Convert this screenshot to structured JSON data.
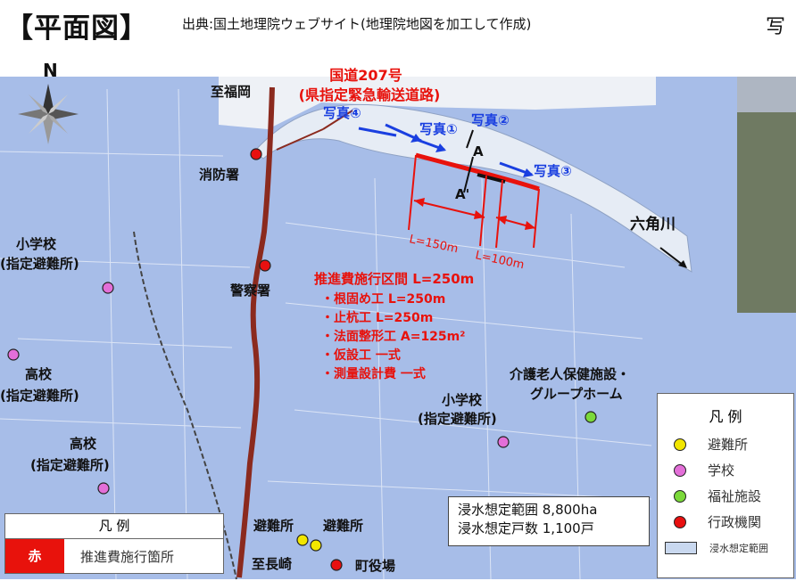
{
  "header": {
    "title": "【平面図】",
    "source": "出典:国土地理院ウェブサイト(地理院地図を加工して作成)",
    "right_cut": "写"
  },
  "compass": {
    "north": "N"
  },
  "route": {
    "name": "国道207号",
    "note": "(県指定緊急輸送道路)",
    "to_north": "至福岡",
    "to_south": "至長崎",
    "color": "#8b2a1e"
  },
  "photos": [
    "写真④",
    "写真①",
    "写真②",
    "写真③"
  ],
  "section": {
    "a": "A",
    "a_prime": "A'",
    "l150": "L=150m",
    "l100": "L=100m"
  },
  "river": {
    "name": "六角川"
  },
  "places": {
    "fire_station": "消防署",
    "police": "警察署",
    "elem_school_left": "小学校",
    "elem_school_left_sub": "(指定避難所)",
    "high_school_1": "高校",
    "high_school_1_sub": "(指定避難所)",
    "high_school_2": "高校",
    "high_school_2_sub": "(指定避難所)",
    "elem_school_right": "小学校",
    "elem_school_right_sub": "(指定避難所)",
    "care": "介護老人保健施設・",
    "care_2": "グループホーム",
    "shelter_1": "避難所",
    "shelter_2": "避難所",
    "town_office": "町役場"
  },
  "works": {
    "title": "推進費施行区間 L=250m",
    "items": [
      "・根固め工 L=250m",
      "・止杭工 L=250m",
      "・法面整形工 A=125m²",
      "・仮設工 一式",
      "・測量設計費 一式"
    ]
  },
  "summary": {
    "line1": "浸水想定範囲 8,800ha",
    "line2": "浸水想定戸数 1,100戸"
  },
  "legend_main": {
    "title": "凡  例",
    "items": [
      {
        "label": "避難所",
        "color": "#f2e600"
      },
      {
        "label": "学校",
        "color": "#e36fd8"
      },
      {
        "label": "福祉施設",
        "color": "#7bd93a"
      },
      {
        "label": "行政機関",
        "color": "#e81010"
      },
      {
        "label": "浸水想定範囲",
        "color": "#c9d8ef"
      }
    ]
  },
  "legend_small": {
    "title": "凡    例",
    "swatch": "赤",
    "label": "推進費施行箇所"
  },
  "colors": {
    "flood": "#a7bde8",
    "river": "#e6ecf5",
    "works": "#e8120c",
    "arrow": "#1a3fe0"
  }
}
